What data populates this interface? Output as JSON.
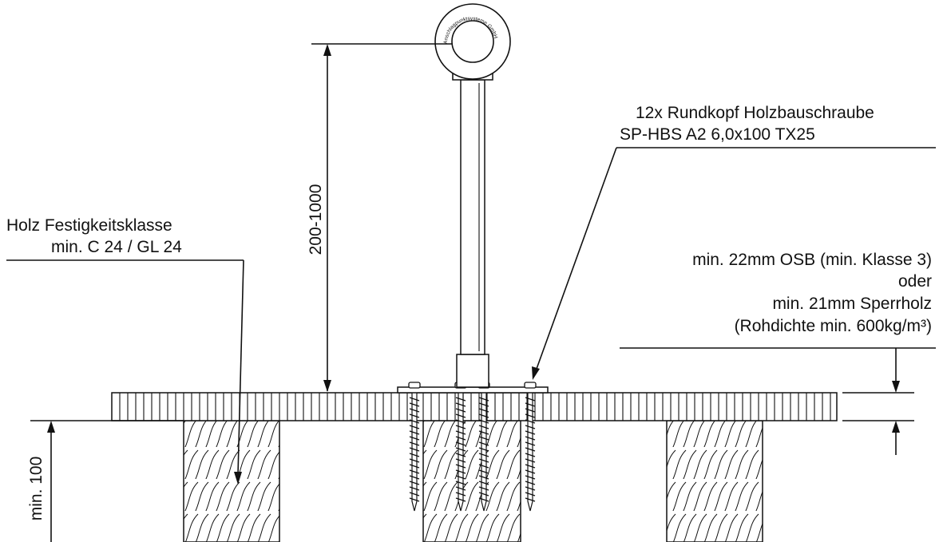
{
  "labels": {
    "wood_class_line1": "Holz Festigkeitsklasse",
    "wood_class_line2": "min. C 24 / GL 24",
    "screw_line1": "12x Rundkopf Holzbauschraube",
    "screw_line2": "SP-HBS A2 6,0x100 TX25",
    "board_line1": "min. 22mm  OSB (min. Klasse 3)",
    "board_line2": "oder",
    "board_line3": "min. 21mm Sperrholz",
    "board_line4": "(Rohdichte min. 600kg/m³)",
    "height_dim": "200-1000",
    "beam_dim": "min. 100"
  },
  "eye_ring_engraving": "Anschlagpunktsysteme GmbH"
}
